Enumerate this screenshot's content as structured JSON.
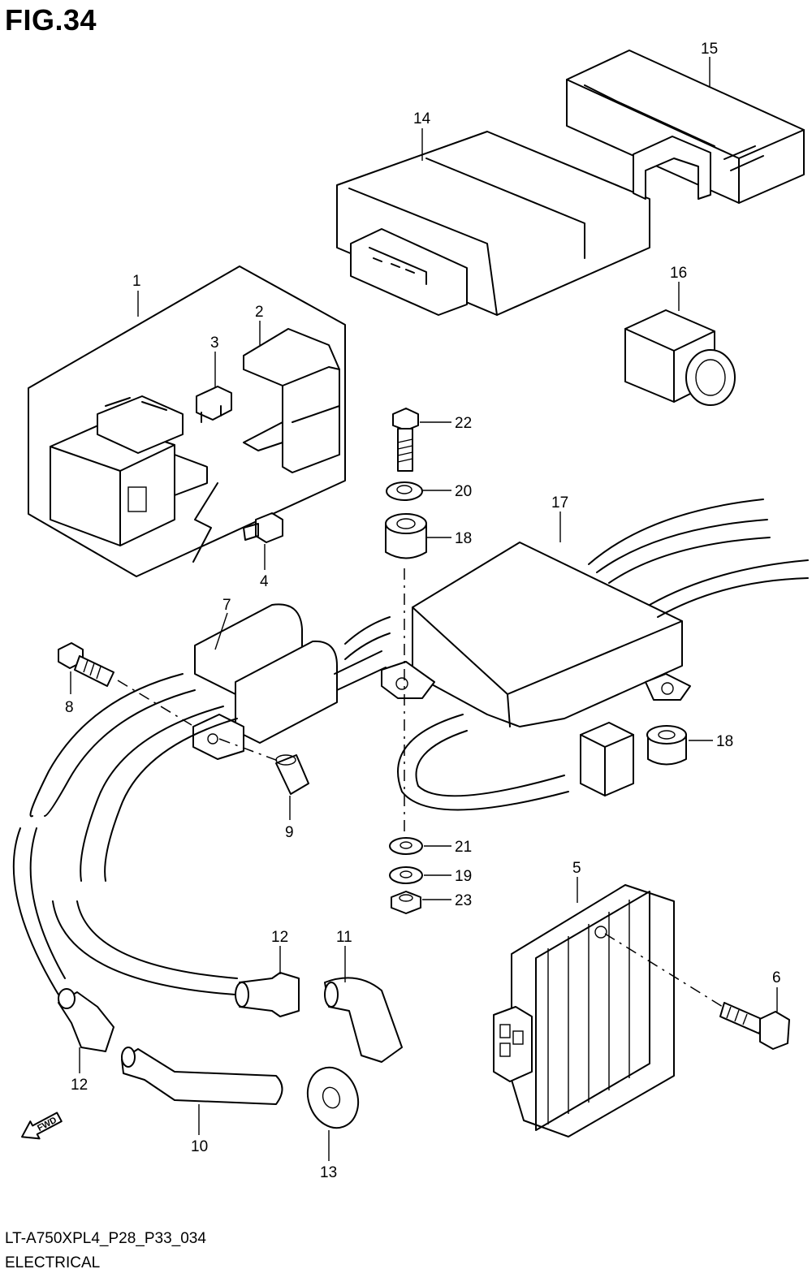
{
  "figure": {
    "title": "FIG.34",
    "model_code": "LT-A750XPL4_P28_P33_034",
    "section_name": "ELECTRICAL",
    "fwd_label": "FWD"
  },
  "callouts": {
    "c1": "1",
    "c2": "2",
    "c3": "3",
    "c4": "4",
    "c5": "5",
    "c6": "6",
    "c7": "7",
    "c8": "8",
    "c9": "9",
    "c10": "10",
    "c11": "11",
    "c12a": "12",
    "c12b": "12",
    "c13": "13",
    "c14": "14",
    "c15": "15",
    "c16": "16",
    "c17": "17",
    "c18a": "18",
    "c18b": "18",
    "c19": "19",
    "c20": "20",
    "c21": "21",
    "c22": "22",
    "c23": "23"
  },
  "icons": {
    "fwd_arrow": "fwd-arrow-icon"
  }
}
